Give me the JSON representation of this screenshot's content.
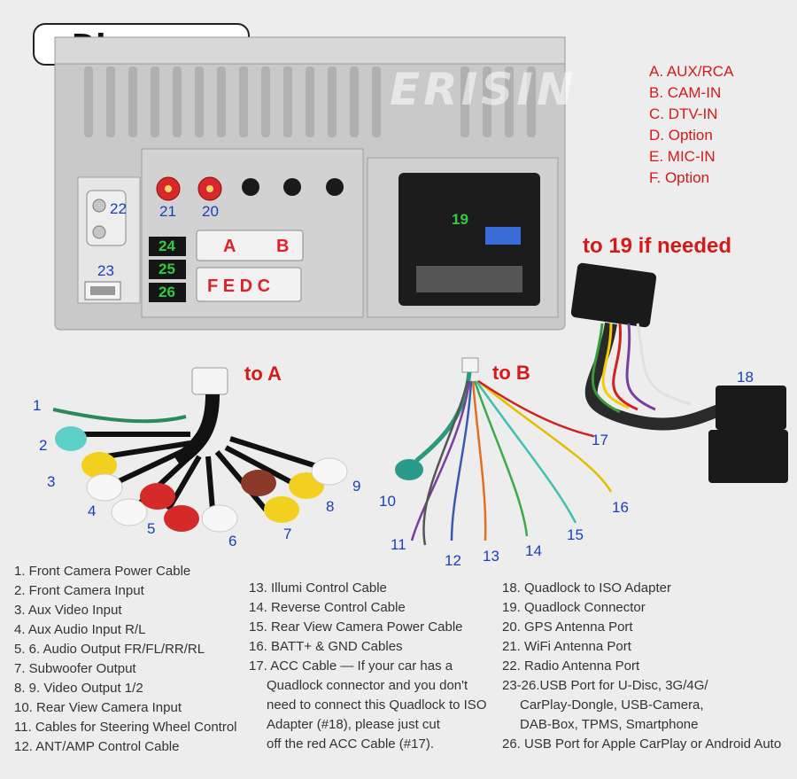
{
  "title": "Diagram",
  "brand_watermark": "ERISIN",
  "colors": {
    "accent_red": "#d41a1a",
    "label_blue": "#1a3fb8",
    "label_green": "#2ecc40"
  },
  "port_codes": [
    "A. AUX/RCA",
    "B. CAM-IN",
    "C. DTV-IN",
    "D. Option",
    "E. MIC-IN",
    "F. Option"
  ],
  "note_19": "to 19 if needed",
  "to_a": "to A",
  "to_b": "to B",
  "unit_labels": {
    "n19": "19",
    "n20": "20",
    "n21": "21",
    "n22": "22",
    "n23": "23",
    "n24": "24",
    "n25": "25",
    "n26": "26",
    "port_a": "A",
    "port_b": "B",
    "port_fedc": "F E D C"
  },
  "cable_labels": {
    "n1": "1",
    "n2": "2",
    "n3": "3",
    "n4": "4",
    "n5": "5",
    "n6": "6",
    "n7": "7",
    "n8": "8",
    "n9": "9",
    "n10": "10",
    "n11": "11",
    "n12": "12",
    "n13": "13",
    "n14": "14",
    "n15": "15",
    "n16": "16",
    "n17": "17",
    "n18": "18"
  },
  "legend_col1": [
    "1. Front Camera Power Cable",
    "2. Front Camera Input",
    "3. Aux Video Input",
    "4. Aux Audio Input R/L",
    "5. 6. Audio Output FR/FL/RR/RL",
    "7. Subwoofer Output",
    "8. 9. Video Output 1/2",
    "10. Rear View Camera Input",
    "11. Cables for Steering Wheel Control",
    "12. ANT/AMP Control Cable"
  ],
  "legend_col2": [
    "13. Illumi Control Cable",
    "14. Reverse Control Cable",
    "15. Rear View Camera Power Cable",
    "16. BATT+ & GND Cables",
    "17. ACC Cable — If your car has a",
    "Quadlock connector and you don't",
    "need to connect this Quadlock to ISO",
    "Adapter (#18), please just cut",
    "off the red ACC Cable (#17)."
  ],
  "legend_col3": [
    "18. Quadlock to ISO Adapter",
    "19. Quadlock Connector",
    "20. GPS Antenna Port",
    "21. WiFi Antenna Port",
    "22. Radio Antenna Port",
    "23-26.USB Port for U-Disc, 3G/4G/",
    "CarPlay-Dongle, USB-Camera,",
    "DAB-Box, TPMS, Smartphone",
    "26. USB Port  for Apple CarPlay or  Android Auto"
  ]
}
